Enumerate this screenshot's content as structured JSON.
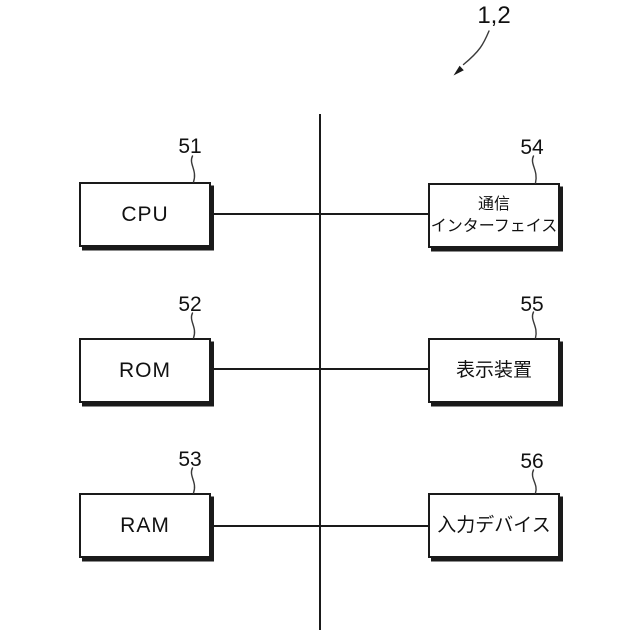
{
  "figure": {
    "reference": "1,2"
  },
  "left_modules": [
    {
      "ref": "51",
      "label": "CPU"
    },
    {
      "ref": "52",
      "label": "ROM"
    },
    {
      "ref": "53",
      "label": "RAM"
    }
  ],
  "right_modules": [
    {
      "ref": "54",
      "label": "通信\nインターフェイス"
    },
    {
      "ref": "55",
      "label": "表示装置"
    },
    {
      "ref": "56",
      "label": "入力デバイス"
    }
  ],
  "colors": {
    "line": "#1a1a1a",
    "leader_line": "#3a3a3a",
    "box_background": "#ffffff",
    "text": "#111111"
  }
}
